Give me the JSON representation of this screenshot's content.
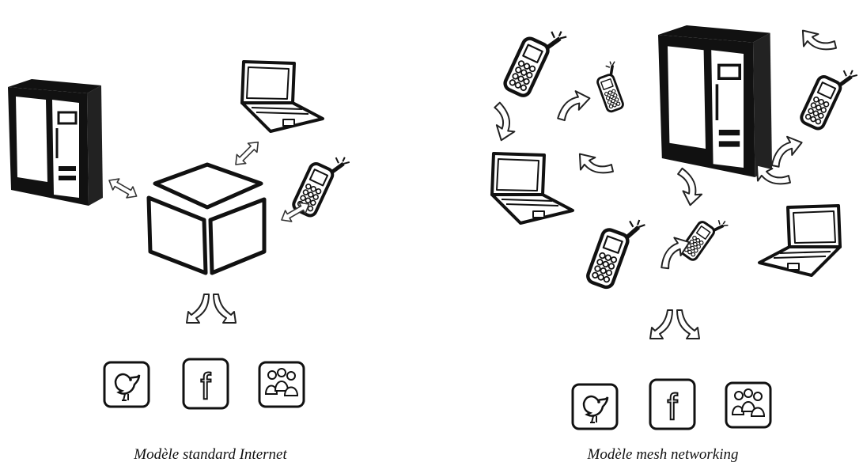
{
  "captions": {
    "left": "Modèle standard Internet",
    "right": "Modèle mesh networking"
  },
  "icons": {
    "facebook_letter": "f"
  }
}
